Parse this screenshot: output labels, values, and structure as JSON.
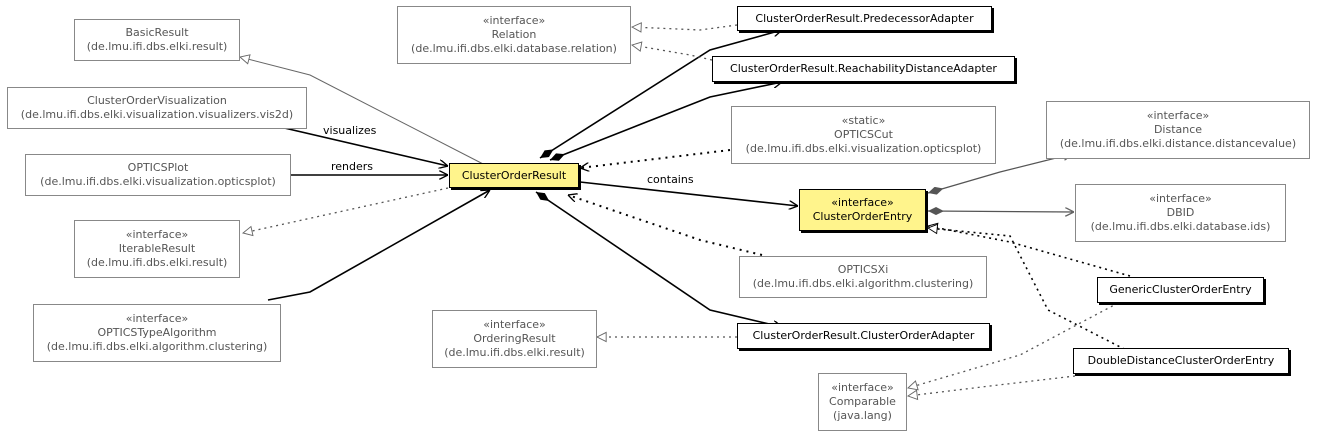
{
  "nodes": {
    "basic_result": {
      "lines": [
        "BasicResult",
        "(de.lmu.ifi.dbs.elki.result)"
      ]
    },
    "cluster_order_visualization": {
      "lines": [
        "ClusterOrderVisualization",
        "(de.lmu.ifi.dbs.elki.visualization.visualizers.vis2d)"
      ]
    },
    "optics_plot": {
      "lines": [
        "OPTICSPlot",
        "(de.lmu.ifi.dbs.elki.visualization.opticsplot)"
      ]
    },
    "iterable_result": {
      "lines": [
        "«interface»",
        "IterableResult",
        "(de.lmu.ifi.dbs.elki.result)"
      ]
    },
    "optics_type_algorithm": {
      "lines": [
        "«interface»",
        "OPTICSTypeAlgorithm",
        "(de.lmu.ifi.dbs.elki.algorithm.clustering)"
      ]
    },
    "relation": {
      "lines": [
        "«interface»",
        "Relation",
        "(de.lmu.ifi.dbs.elki.database.relation)"
      ]
    },
    "predecessor_adapter": {
      "lines": [
        "ClusterOrderResult.PredecessorAdapter"
      ]
    },
    "reachability_adapter": {
      "lines": [
        "ClusterOrderResult.ReachabilityDistanceAdapter"
      ]
    },
    "optics_cut": {
      "lines": [
        "«static»",
        "OPTICSCut",
        "(de.lmu.ifi.dbs.elki.visualization.opticsplot)"
      ]
    },
    "cluster_order_result": {
      "lines": [
        "ClusterOrderResult"
      ]
    },
    "cluster_order_entry": {
      "lines": [
        "«interface»",
        "ClusterOrderEntry"
      ]
    },
    "distance": {
      "lines": [
        "«interface»",
        "Distance",
        "(de.lmu.ifi.dbs.elki.distance.distancevalue)"
      ]
    },
    "dbid": {
      "lines": [
        "«interface»",
        "DBID",
        "(de.lmu.ifi.dbs.elki.database.ids)"
      ]
    },
    "optics_xi": {
      "lines": [
        "OPTICSXi",
        "(de.lmu.ifi.dbs.elki.algorithm.clustering)"
      ]
    },
    "ordering_result": {
      "lines": [
        "«interface»",
        "OrderingResult",
        "(de.lmu.ifi.dbs.elki.result)"
      ]
    },
    "cluster_order_adapter": {
      "lines": [
        "ClusterOrderResult.ClusterOrderAdapter"
      ]
    },
    "generic_entry": {
      "lines": [
        "GenericClusterOrderEntry"
      ]
    },
    "double_distance_entry": {
      "lines": [
        "DoubleDistanceClusterOrderEntry"
      ]
    },
    "comparable": {
      "lines": [
        "«interface»",
        "Comparable",
        "(java.lang)"
      ]
    }
  },
  "edge_labels": {
    "visualizes": "visualizes",
    "renders": "renders",
    "contains": "contains"
  },
  "colors": {
    "highlight": "#fff48c",
    "grey_line": "#666666",
    "dark_line": "#000000"
  }
}
